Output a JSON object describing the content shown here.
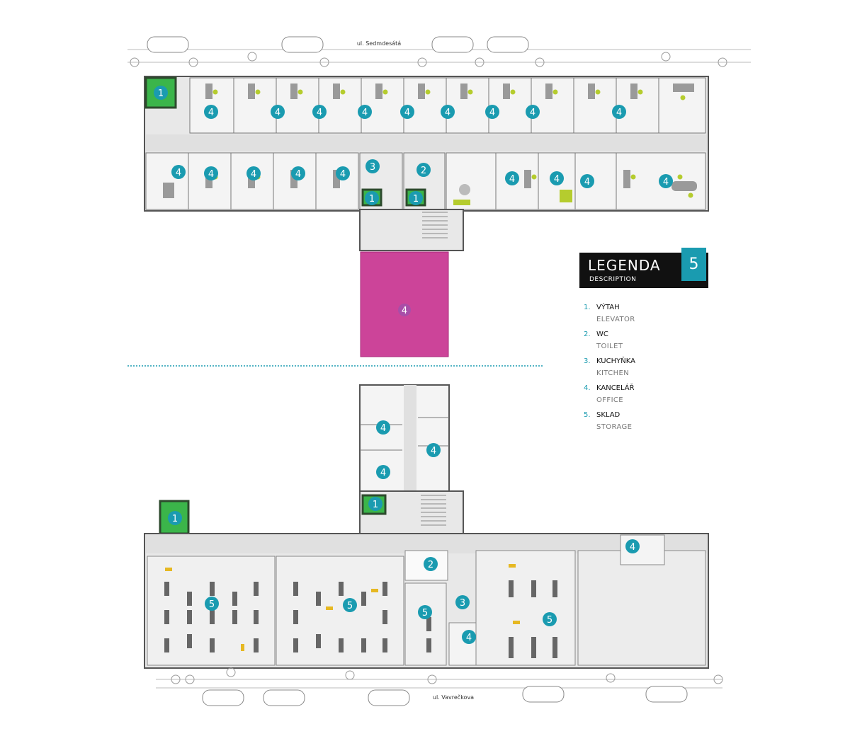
{
  "streets": {
    "top": "ul. Sedmdesátá",
    "bottom": "ul. Vavrečkova"
  },
  "legend": {
    "title": "LEGENDA",
    "subtitle": "DESCRIPTION",
    "badge": "5",
    "items": [
      {
        "num": "1.",
        "cz": "VÝTAH",
        "en": "ELEVATOR"
      },
      {
        "num": "2.",
        "cz": "WC",
        "en": "TOILET"
      },
      {
        "num": "3.",
        "cz": "KUCHYŇKA",
        "en": "KITCHEN"
      },
      {
        "num": "4.",
        "cz": "KANCELÁŘ",
        "en": "OFFICE"
      },
      {
        "num": "5.",
        "cz": "SKLAD",
        "en": "STORAGE"
      }
    ]
  },
  "colors": {
    "accent": "#1a9bb0",
    "elevator": "#3bb54a",
    "highlight": "#cc4499",
    "floor": "#e8e8e8",
    "wall": "#555555",
    "furniture": "#b5cc2e"
  },
  "badges": {
    "elevator": "1",
    "wc": "2",
    "kitchen": "3",
    "office": "4",
    "storage": "5"
  }
}
